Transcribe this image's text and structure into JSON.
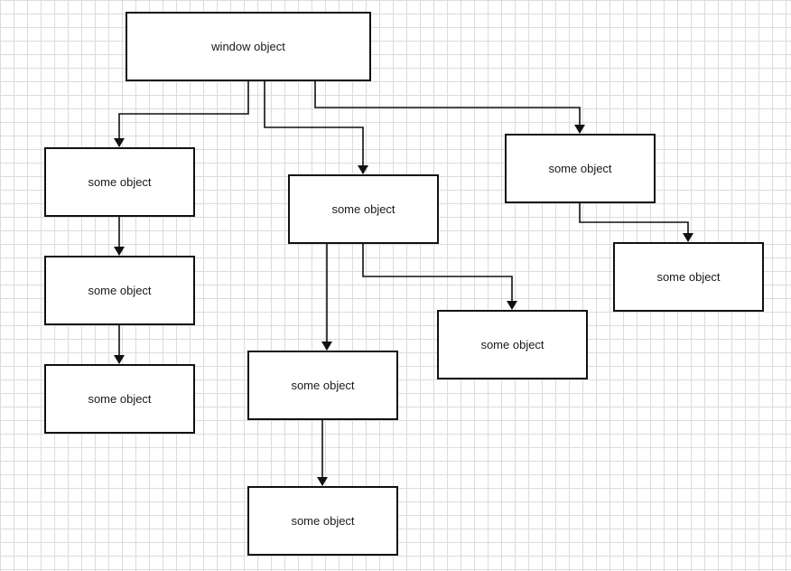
{
  "diagram": {
    "nodes": [
      {
        "id": "root",
        "label": "window object"
      },
      {
        "id": "a1",
        "label": "some object"
      },
      {
        "id": "a2",
        "label": "some object"
      },
      {
        "id": "a3",
        "label": "some object"
      },
      {
        "id": "b1",
        "label": "some object"
      },
      {
        "id": "b2",
        "label": "some object"
      },
      {
        "id": "b3",
        "label": "some object"
      },
      {
        "id": "b4",
        "label": "some object"
      },
      {
        "id": "c1",
        "label": "some object"
      },
      {
        "id": "c2",
        "label": "some object"
      }
    ],
    "edges": [
      {
        "from": "root",
        "to": "a1"
      },
      {
        "from": "root",
        "to": "b1"
      },
      {
        "from": "root",
        "to": "c1"
      },
      {
        "from": "a1",
        "to": "a2"
      },
      {
        "from": "a2",
        "to": "a3"
      },
      {
        "from": "b1",
        "to": "b2"
      },
      {
        "from": "b1",
        "to": "b3"
      },
      {
        "from": "b2",
        "to": "b4"
      },
      {
        "from": "c1",
        "to": "c2"
      }
    ]
  }
}
